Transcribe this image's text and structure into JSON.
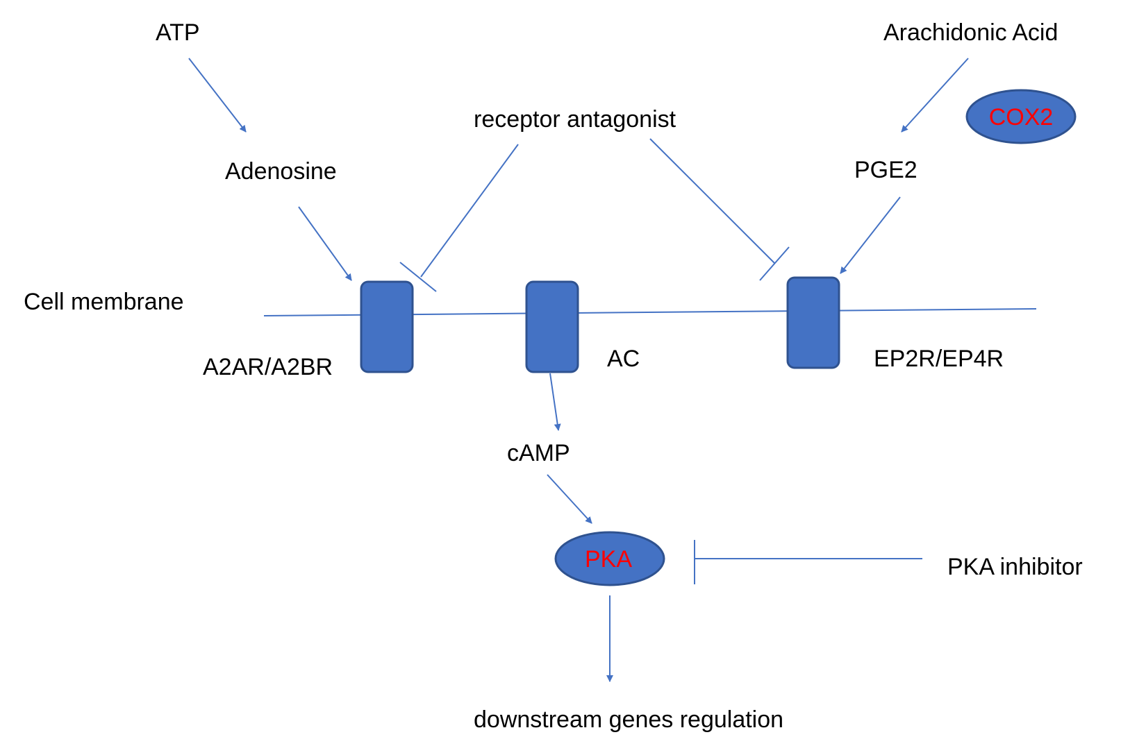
{
  "colors": {
    "node_fill": "#4472C4",
    "node_stroke": "#2F528F",
    "line": "#4472C4",
    "text": "#000000",
    "enzyme_text": "#FF0000"
  },
  "labels": {
    "atp": "ATP",
    "adenosine": "Adenosine",
    "receptor_antagonist": "receptor antagonist",
    "arachidonic_acid": "Arachidonic Acid",
    "pge2": "PGE2",
    "cell_membrane": "Cell membrane",
    "a2ar_a2br": "A2AR/A2BR",
    "ac": "AC",
    "ep2r_ep4r": "EP2R/EP4R",
    "camp": "cAMP",
    "pka_inhibitor": "PKA inhibitor",
    "downstream": "downstream genes regulation"
  },
  "enzymes": {
    "cox2": "COX2",
    "pka": "PKA"
  }
}
